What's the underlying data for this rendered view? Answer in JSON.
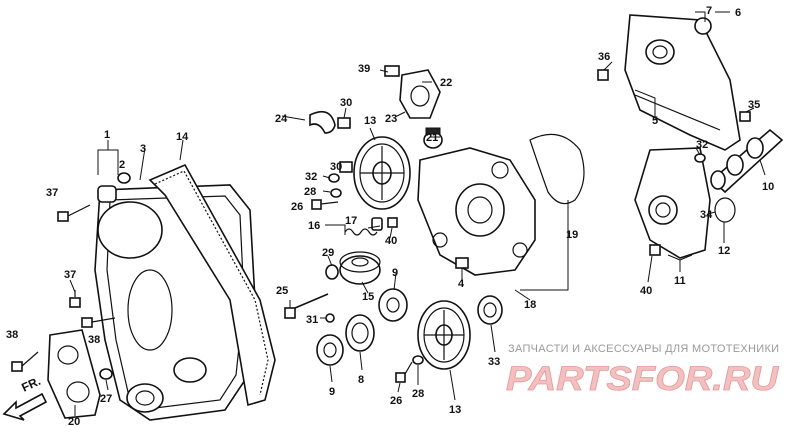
{
  "diagram": {
    "front_label": "FR.",
    "watermark_text": "ЗАПЧАСТИ И АКСЕССУАРЫ ДЛЯ МОТОТЕХНИКИ",
    "watermark_brand": "PARTSFOR.RU",
    "callouts": [
      "1",
      "2",
      "3",
      "14",
      "37",
      "37",
      "38",
      "38",
      "20",
      "27",
      "25",
      "31",
      "24",
      "30",
      "39",
      "22",
      "23",
      "13",
      "21",
      "32",
      "30",
      "28",
      "26",
      "16",
      "17",
      "40",
      "29",
      "15",
      "9",
      "4",
      "19",
      "18",
      "7",
      "6",
      "36",
      "5",
      "35",
      "32",
      "10",
      "34",
      "12",
      "11",
      "40",
      "8",
      "9",
      "26",
      "28",
      "13",
      "33"
    ],
    "accent_color": "#111111",
    "watermark_color": "#e79a9a"
  }
}
